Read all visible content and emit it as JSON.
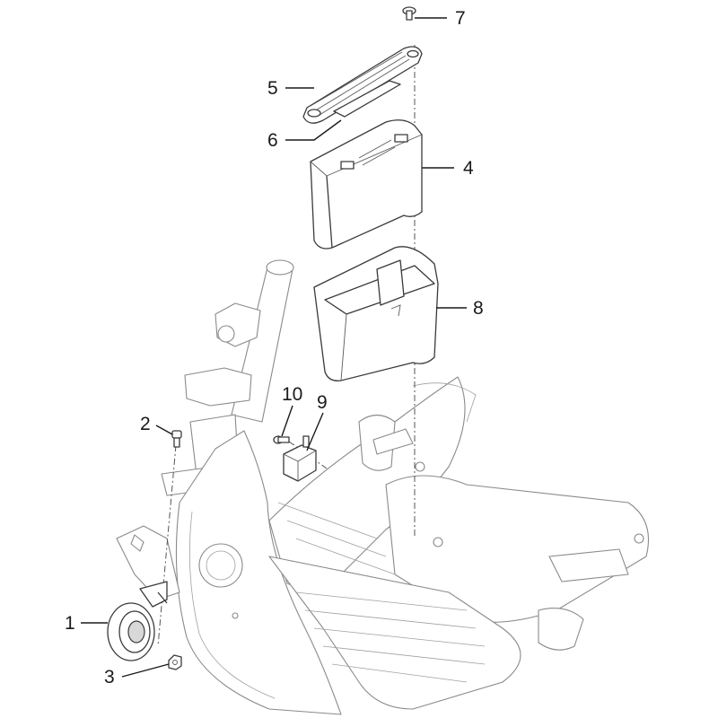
{
  "diagram": {
    "callouts": [
      {
        "id": "1",
        "label": "1"
      },
      {
        "id": "2",
        "label": "2"
      },
      {
        "id": "3",
        "label": "3"
      },
      {
        "id": "4",
        "label": "4"
      },
      {
        "id": "5",
        "label": "5"
      },
      {
        "id": "6",
        "label": "6"
      },
      {
        "id": "7",
        "label": "7"
      },
      {
        "id": "8",
        "label": "8"
      },
      {
        "id": "9",
        "label": "9"
      },
      {
        "id": "10",
        "label": "10"
      }
    ],
    "parts": [
      {
        "callout": "1",
        "icon": "horn-icon"
      },
      {
        "callout": "2",
        "icon": "bolt-icon"
      },
      {
        "callout": "3",
        "icon": "nut-icon"
      },
      {
        "callout": "4",
        "icon": "battery-icon"
      },
      {
        "callout": "5",
        "icon": "strap-icon"
      },
      {
        "callout": "6",
        "icon": "pad-icon"
      },
      {
        "callout": "7",
        "icon": "screw-icon"
      },
      {
        "callout": "8",
        "icon": "tray-icon"
      },
      {
        "callout": "9",
        "icon": "relay-icon"
      },
      {
        "callout": "10",
        "icon": "screw-icon"
      }
    ]
  }
}
